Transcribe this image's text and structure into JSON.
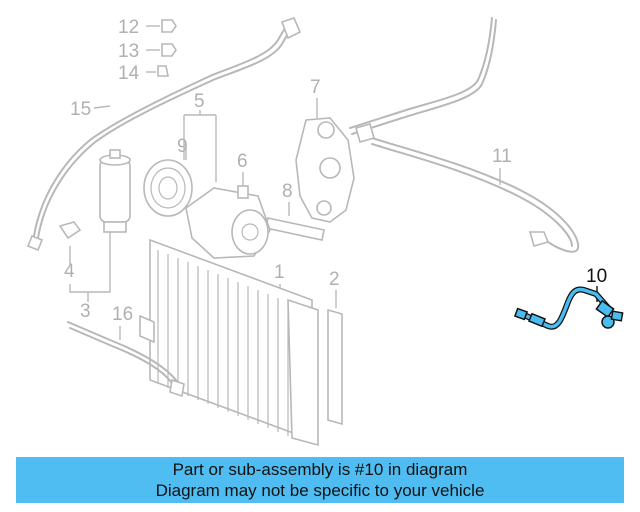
{
  "callouts": [
    "1",
    "2",
    "3",
    "4",
    "5",
    "6",
    "7",
    "8",
    "9",
    "10",
    "11",
    "12",
    "13",
    "14",
    "15",
    "16"
  ],
  "highlighted_part": "10",
  "banner": {
    "line1": "Part or sub-assembly is #10 in diagram",
    "line2": "Diagram may not be specific to your vehicle",
    "color": "#4fbdf2"
  },
  "colors": {
    "highlight": "#49bcf0",
    "ghost": "#b8b8b8",
    "text": "#111111"
  }
}
